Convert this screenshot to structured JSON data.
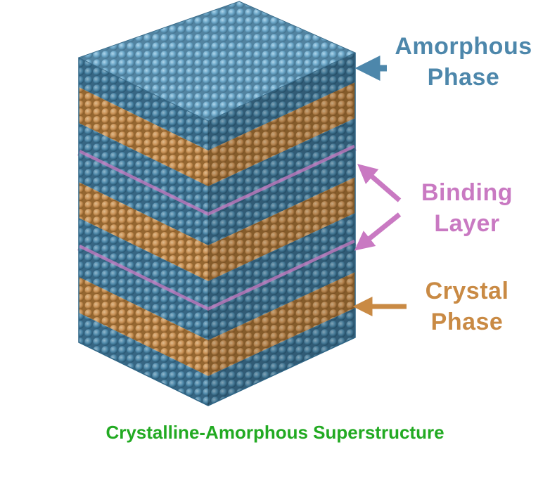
{
  "labels": {
    "amorphous": {
      "line1": "Amorphous",
      "line2": "Phase"
    },
    "binding": {
      "line1": "Binding",
      "line2": "Layer"
    },
    "crystal": {
      "line1": "Crystal",
      "line2": "Phase"
    }
  },
  "caption": "Crystalline-Amorphous Superstructure",
  "colors": {
    "amorphous": "#4d87ab",
    "amorphous_atom": "#5b9dc2",
    "crystal": "#c98a44",
    "crystal_atom": "#e6a865",
    "binding": "#c979c2",
    "caption": "#22aa22"
  },
  "structure": {
    "layers_top_to_bottom": [
      "amorphous",
      "crystal",
      "amorphous",
      "binding",
      "amorphous",
      "crystal",
      "amorphous",
      "binding",
      "amorphous",
      "crystal",
      "amorphous"
    ]
  }
}
